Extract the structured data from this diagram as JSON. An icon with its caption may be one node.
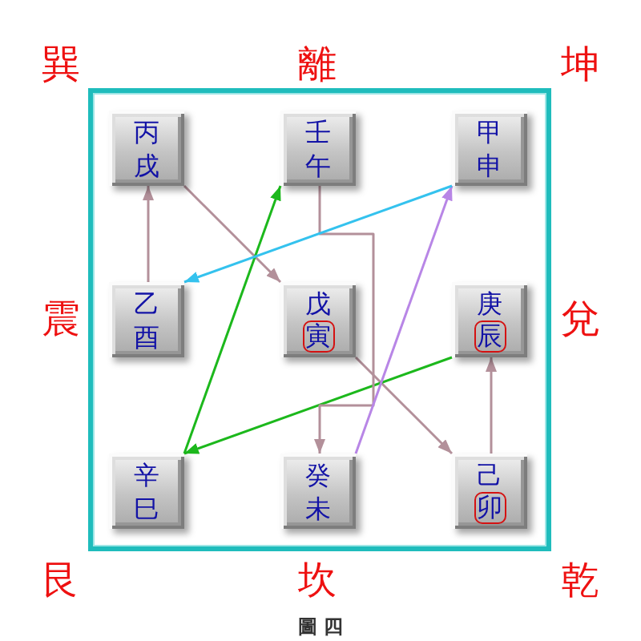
{
  "diagram": {
    "caption": "圖 四",
    "nodes": [
      {
        "text": [
          "丙",
          "戌"
        ]
      },
      {
        "text": [
          "壬",
          "午"
        ]
      },
      {
        "text": [
          "甲",
          "申"
        ]
      },
      {
        "text": [
          "乙",
          "酉"
        ]
      },
      {
        "text": [
          "戊",
          "寅"
        ]
      },
      {
        "text": [
          "庚",
          "辰"
        ]
      },
      {
        "text": [
          "辛",
          "巳"
        ]
      },
      {
        "text": [
          "癸",
          "未"
        ]
      },
      {
        "text": [
          "己",
          "卯"
        ]
      }
    ],
    "edges": [
      {
        "from": 3,
        "to": 0,
        "arrow": "to"
      },
      {
        "from": 0,
        "to": 4,
        "arrow": "to"
      },
      {
        "from": 4,
        "to": 8,
        "arrow": "to"
      },
      {
        "from": 8,
        "to": 5,
        "arrow": "to"
      },
      {
        "from": 5,
        "to": 6,
        "arrow": "to",
        "color": "#1cb81c"
      },
      {
        "from": 6,
        "to": 1,
        "arrow": "to",
        "color": "#1cb81c"
      },
      {
        "from": 1,
        "to": 7,
        "arrow": "to"
      },
      {
        "from": 7,
        "to": 2,
        "arrow": "to",
        "color": "#b886e6"
      },
      {
        "from": 2,
        "to": 3,
        "arrow": "to",
        "color": "#34c2ee"
      }
    ],
    "labels": [
      "巽",
      "離",
      "坤",
      "震",
      "兌",
      "艮",
      "坎",
      "乾"
    ]
  }
}
